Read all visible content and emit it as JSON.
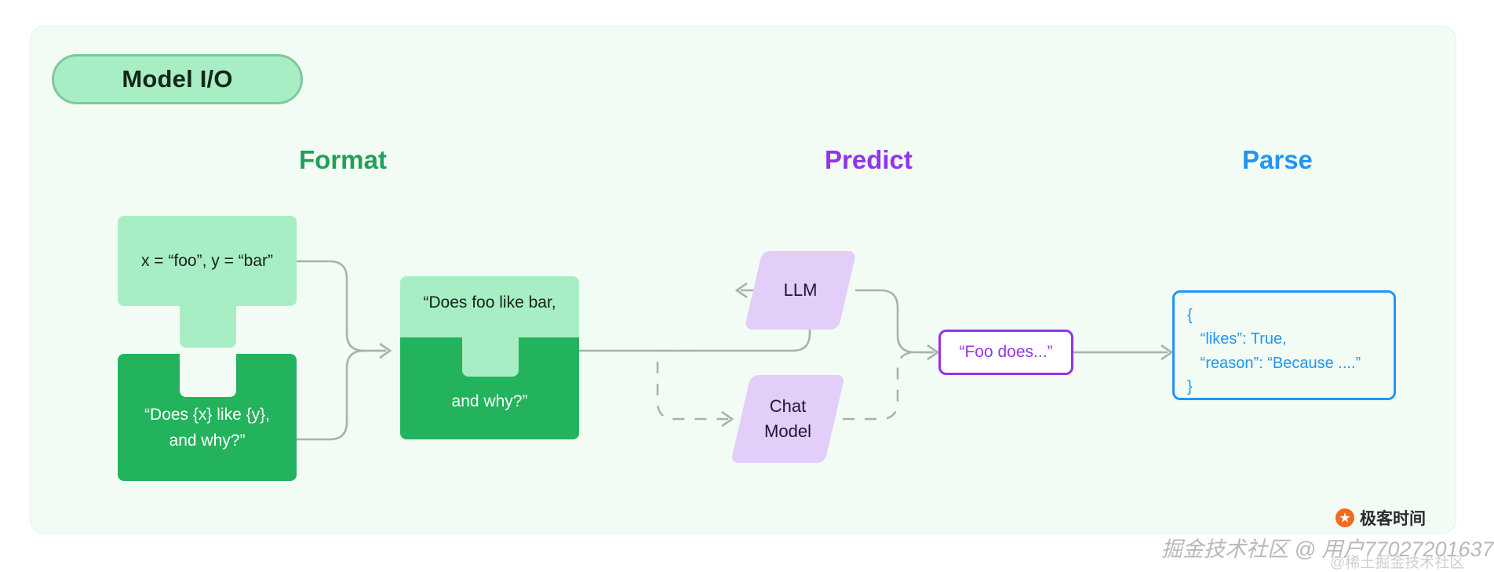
{
  "diagram": {
    "title_pill": "Model I/O",
    "stages": [
      {
        "key": "format",
        "label": "Format",
        "color": "#22a05a"
      },
      {
        "key": "predict",
        "label": "Predict",
        "color": "#9333ea"
      },
      {
        "key": "parse",
        "label": "Parse",
        "color": "#2196f3"
      }
    ],
    "format": {
      "input_values": "x = “foo”, y = “bar”",
      "template_line1": "“Does {x} like {y},",
      "template_line2": "and why?”",
      "combined_line1": "“Does foo like bar,",
      "combined_line2": "and why?”"
    },
    "predict": {
      "llm_label": "LLM",
      "chat_model_label": "Chat\nModel",
      "output_text": "“Foo does...”"
    },
    "parse": {
      "json_lines": [
        "{",
        "   “likes”: True,",
        "   “reason”: “Because ....”",
        "}"
      ]
    },
    "colors": {
      "card_bg": "#f2fbf4",
      "light_green": "#a8eec4",
      "dark_green": "#22b35c",
      "purple_fill": "#e3cdf9",
      "purple_accent": "#9333ea",
      "blue_accent": "#2196f3",
      "connector": "#a9b2ac"
    }
  },
  "watermark": {
    "logo_glyph": "★",
    "logo_text": "极客时间",
    "main": "掘金技术社区 @ 用户77027201637",
    "sub": "@稀土掘金技术社区"
  }
}
